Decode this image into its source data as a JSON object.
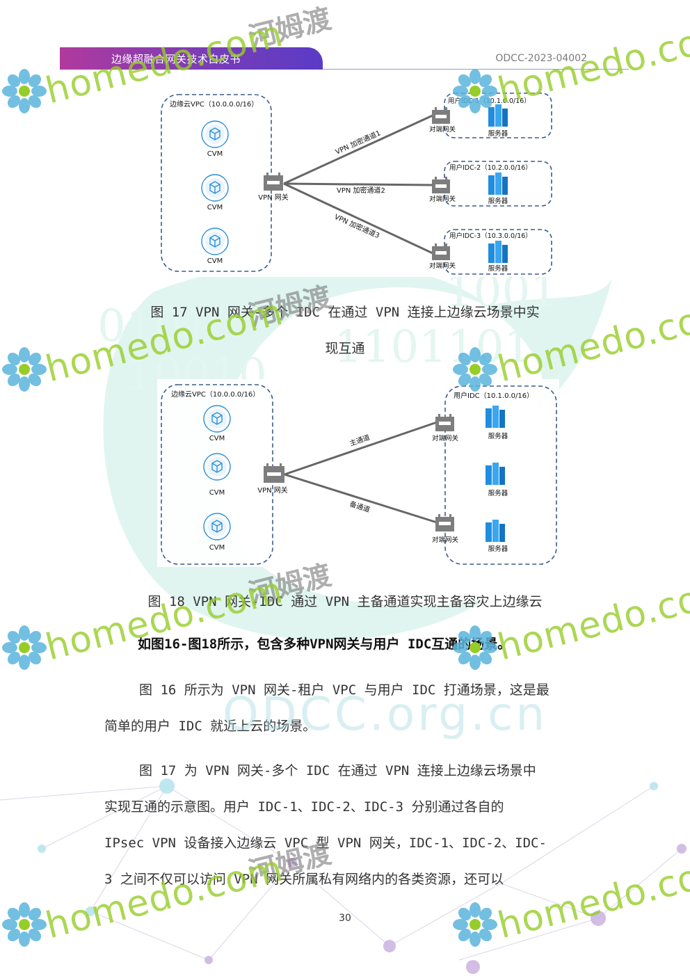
{
  "header": {
    "title": "边缘超融合网关技术白皮书",
    "code": "ODCC-2023-04002"
  },
  "figure17": {
    "vpc_label": "边缘云VPC（10.0.0.0/16）",
    "cvm_labels": [
      "CVM",
      "CVM",
      "CVM"
    ],
    "gateway_label": "VPN 网关",
    "tunnels": [
      "VPN 加密通道1",
      "VPN 加密通道2",
      "VPN 加密通道3"
    ],
    "idcs": [
      {
        "label": "用户IDC-1（10.1.0.0/16）",
        "peer": "对端网关",
        "server": "服务器"
      },
      {
        "label": "用户IDC-2（10.2.0.0/16）",
        "peer": "对端网关",
        "server": "服务器"
      },
      {
        "label": "用户IDC-3（10.3.0.0/16）",
        "peer": "对端网关",
        "server": "服务器"
      }
    ],
    "caption_line1": "图 17 VPN 网关-多个 IDC 在通过 VPN 连接上边缘云场景中实",
    "caption_line2": "现互通"
  },
  "figure18": {
    "vpc_label": "边缘云VPC（10.0.0.0/16）",
    "cvm_labels": [
      "CVM",
      "CVM",
      "CVM"
    ],
    "gateway_label": "VPN 网关",
    "main_channel": "主通道",
    "backup_channel": "备通道",
    "idc_label": "用户IDC（10.1.0.0/16）",
    "peers": [
      "对端网关",
      "对端网关"
    ],
    "servers": [
      "服务器",
      "服务器",
      "服务器"
    ],
    "caption": "图 18 VPN 网关-IDC 通过 VPN 主备通道实现主备容灾上边缘云"
  },
  "body": {
    "bold_line": "如图16-图18所示，包含多种VPN网关与用户 IDC互通的场景。",
    "para1_line1": "图 16 所示为 VPN 网关-租户 VPC 与用户 IDC 打通场景，这是最",
    "para1_line2": "简单的用户 IDC 就近上云的场景。",
    "para2_line1": "图 17 为 VPN 网关-多个  IDC  在通过  VPN  连接上边缘云场景中",
    "para2_line2": "实现互通的示意图。用户  IDC-1、IDC-2、IDC-3  分别通过各自的",
    "para2_line3": "IPsec VPN 设备接入边缘云 VPC 型 VPN 网关，IDC-1、IDC-2、IDC-",
    "para2_line4": "3 之间不仅可以访问 VPN 网关所属私有网络内的各类资源，还可以"
  },
  "page_number": "30",
  "watermarks": {
    "cn": "河姆渡",
    "latin": "homedo.com",
    "site": "ODCC.org.cn"
  },
  "colors": {
    "header_band": "#7a3db6",
    "dash_border": "#3c5a8c",
    "cvm_icon": "#2a8fd8",
    "server_icon": "#1f8ee0",
    "tunnel_line": "#666666",
    "watermark_green": "#96cd28",
    "watermark_flower": "#5ab4dc"
  }
}
